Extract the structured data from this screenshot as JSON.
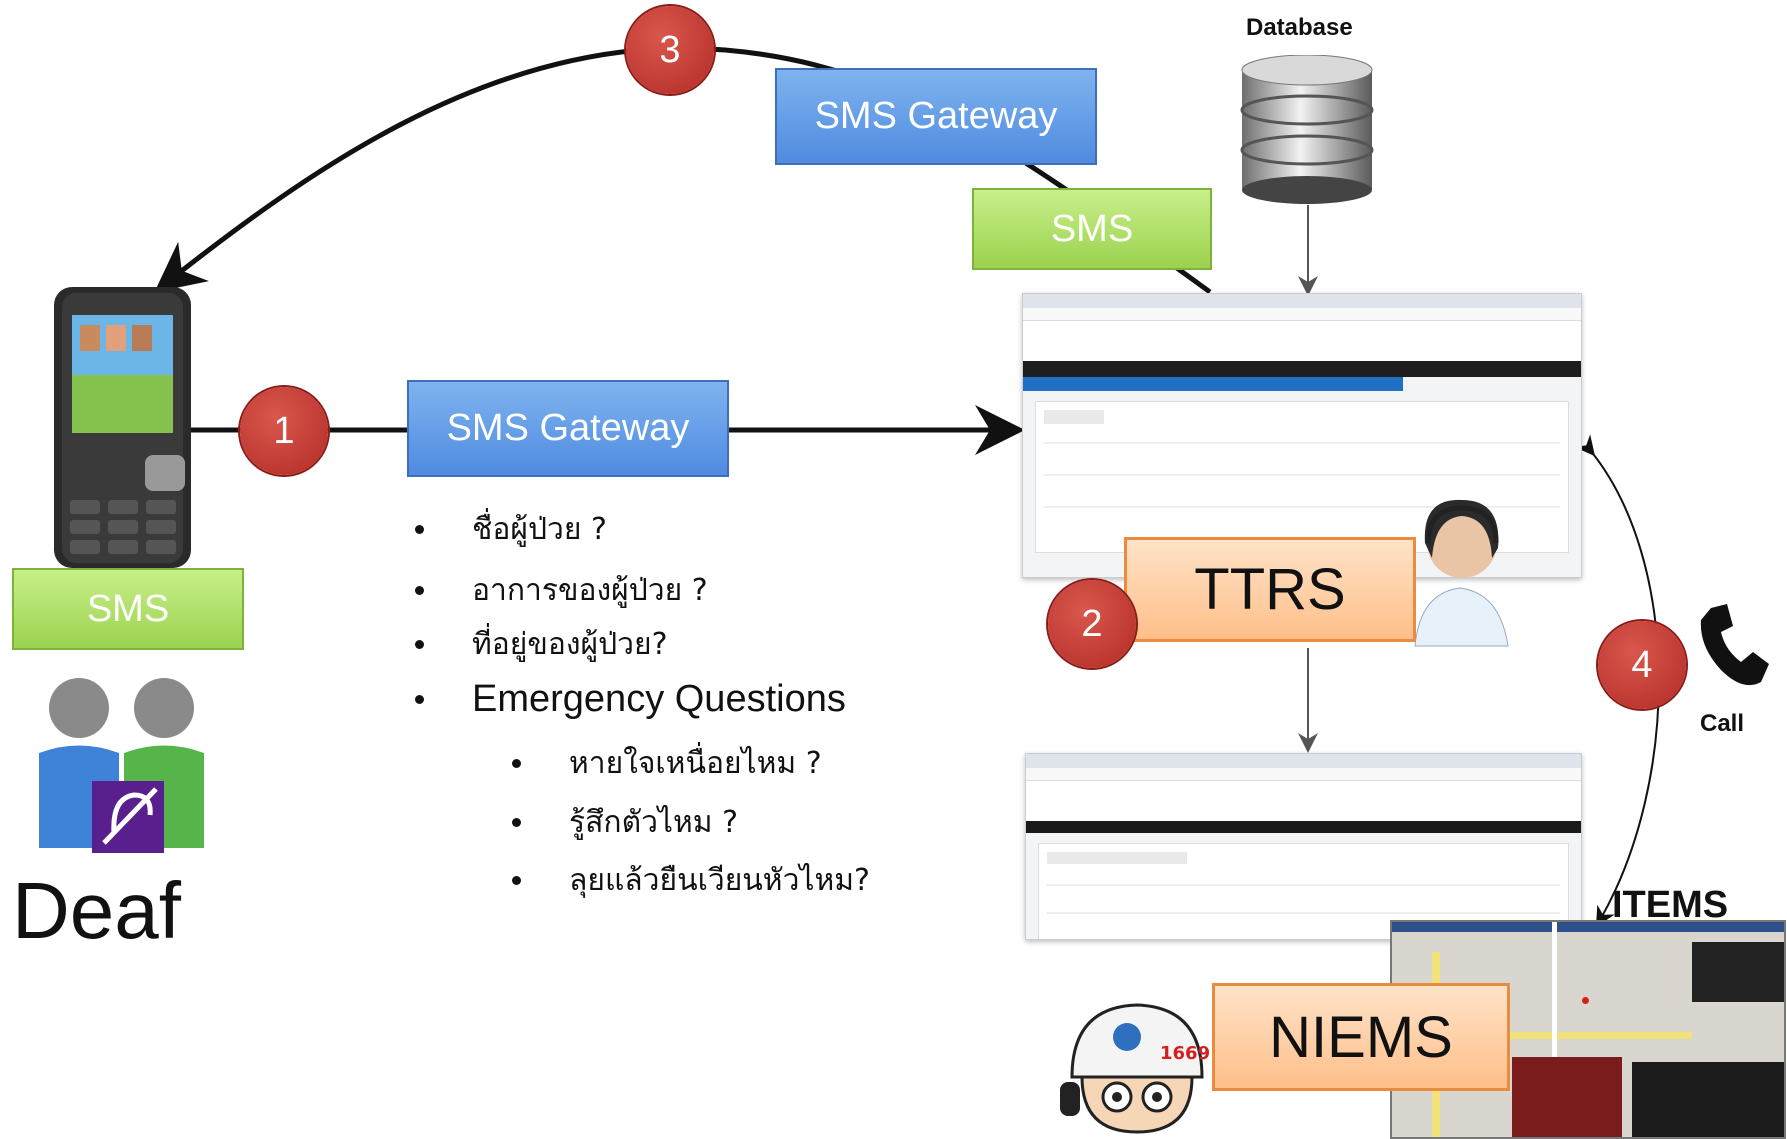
{
  "diagram": {
    "labels": {
      "database": "Database",
      "call": "Call",
      "items_label": "ITEMS",
      "deaf": "Deaf"
    },
    "boxes": {
      "sms_gateway_top": "SMS Gateway",
      "sms_top": "SMS",
      "sms_gateway_mid": "SMS Gateway",
      "sms_left": "SMS",
      "ttrs": "TTRS",
      "niems": "NIEMS"
    },
    "badges": {
      "b1": "1",
      "b2": "2",
      "b3": "3",
      "b4": "4"
    },
    "questions": [
      "ชื่อผู้ป่วย ?",
      "อาการของผู้ป่วย ?",
      "ที่อยู่ของผู้ป่วย?",
      "Emergency Questions"
    ],
    "sub_questions": [
      "หายใจเหนื่อยไหม ?",
      "รู้สึกตัวไหม ?",
      "ลุยแล้วยืนเวียนหัวไหม?"
    ],
    "colors": {
      "blue_box": "#5b94e3",
      "green_box": "#a8dc5c",
      "orange_box": "#ffcf9e",
      "badge": "#c0392b"
    }
  }
}
